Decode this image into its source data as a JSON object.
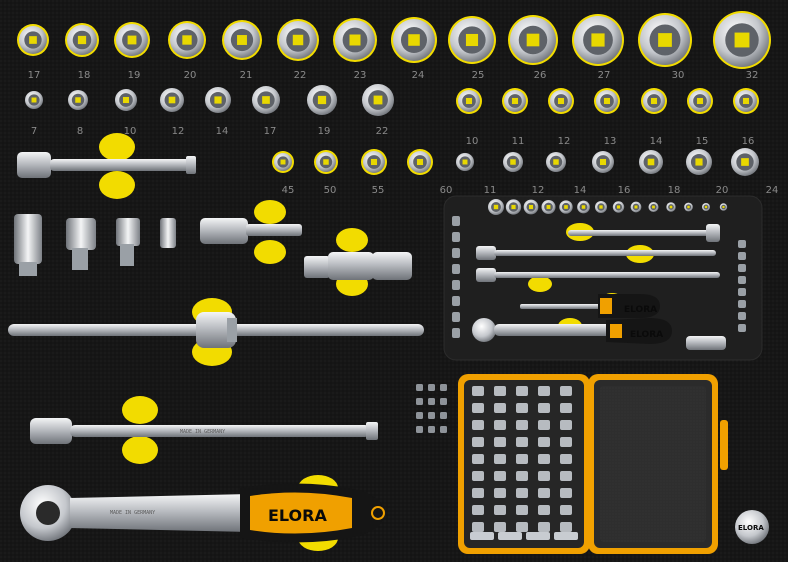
{
  "brand": "ELORA",
  "colors": {
    "foam": "#161616",
    "yellow": "#f2dc00",
    "steel": "#cfd2d6",
    "steel_dark": "#7c8086",
    "handle_black": "#151515",
    "handle_orange": "#f0a000"
  },
  "socket_rows": {
    "row1": [
      "17",
      "18",
      "19",
      "20",
      "21",
      "22",
      "23",
      "24",
      "25",
      "26",
      "27",
      "30",
      "32"
    ],
    "row2_left": [
      "7",
      "8",
      "10",
      "12",
      "14",
      "17",
      "19",
      "22"
    ],
    "row2_right": [
      "10",
      "11",
      "12",
      "13",
      "14",
      "15",
      "16"
    ],
    "row3": [
      "45",
      "50",
      "55",
      "60",
      "11",
      "12",
      "14",
      "16",
      "18",
      "20",
      "24"
    ]
  },
  "engravings": {
    "extension_long": "MADE IN GERMANY",
    "ratchet": "MADE IN GERMANY"
  },
  "coin_label": "ELORA"
}
